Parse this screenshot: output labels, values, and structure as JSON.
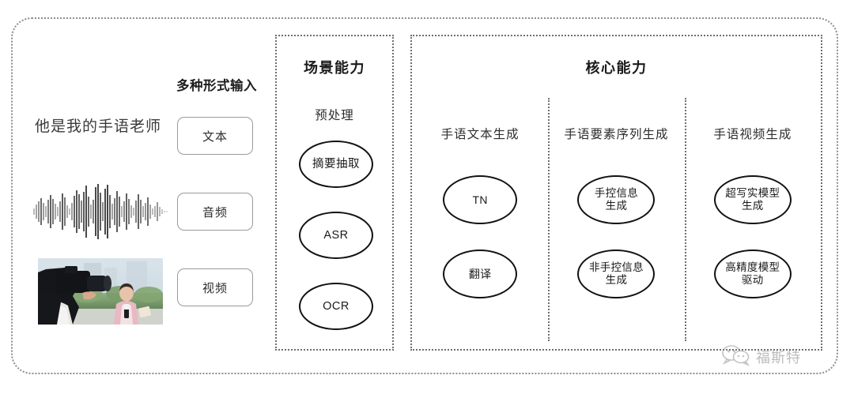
{
  "diagram": {
    "input_section": {
      "header_label": "多种形式输入",
      "sample_text": "他是我的手语老师",
      "modalities": [
        {
          "label": "文本",
          "icon": "text-icon"
        },
        {
          "label": "音频",
          "icon": "audio-waveform-icon"
        },
        {
          "label": "视频",
          "icon": "video-thumbnail-icon"
        }
      ]
    },
    "scene_panel": {
      "title": "场景能力",
      "group_label": "预处理",
      "nodes": [
        "摘要抽取",
        "ASR",
        "OCR"
      ]
    },
    "core_panel": {
      "title": "核心能力",
      "columns": [
        {
          "label": "手语文本生成",
          "nodes": [
            "TN",
            "翻译"
          ]
        },
        {
          "label": "手语要素序列生成",
          "nodes": [
            "手控信息\n生成",
            "非手控信息\n生成"
          ]
        },
        {
          "label": "手语视频生成",
          "nodes": [
            "超写实模型\n生成",
            "高精度模型\n驱动"
          ]
        }
      ]
    },
    "watermark": {
      "text": "福斯特",
      "icon": "wechat-logo-icon"
    },
    "colors": {
      "background": "#ffffff",
      "node_stroke": "#111111",
      "panel_border": "#6e6e6e",
      "outer_border": "#8d8d8d",
      "box_border": "#9a9a9a",
      "text": "#2b2b2b"
    }
  }
}
